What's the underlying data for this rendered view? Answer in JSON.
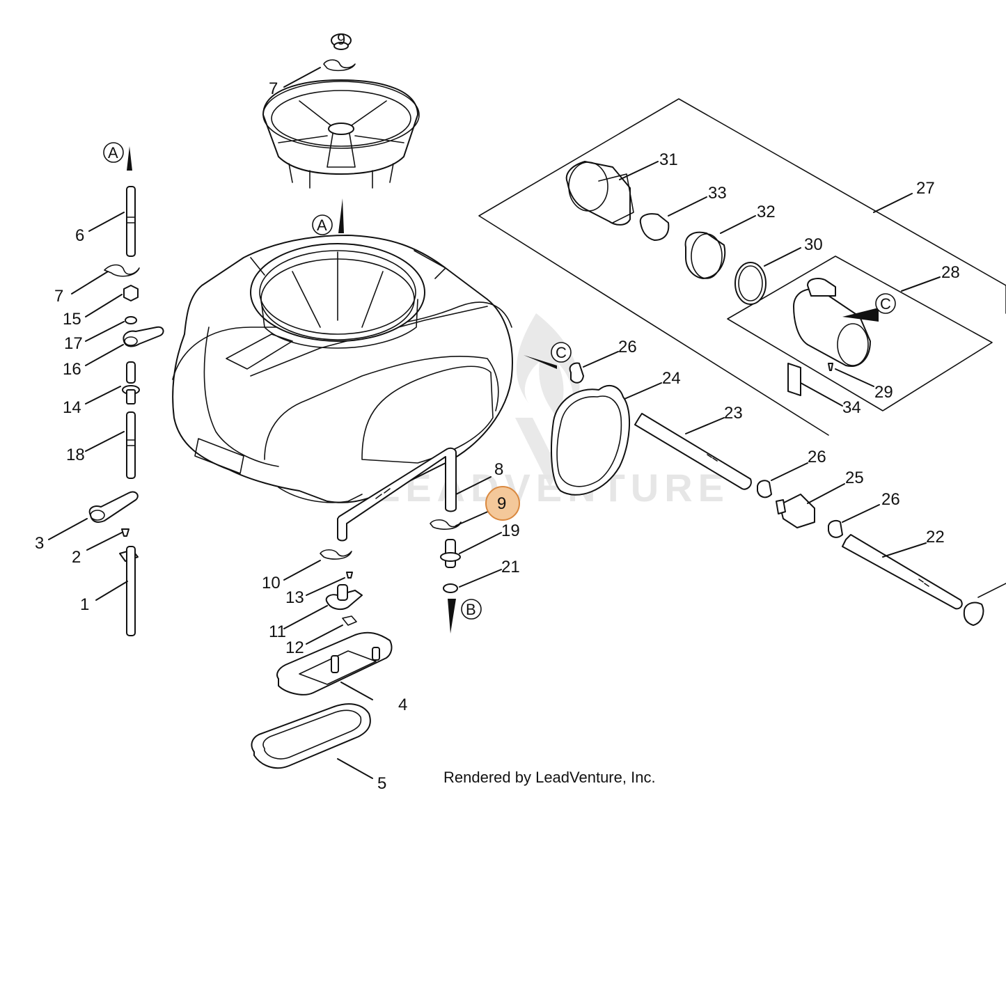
{
  "colors": {
    "highlight_fill": "#f4c89a",
    "highlight_stroke": "#d9883f",
    "line": "#111111",
    "watermark": "#e6e6e6"
  },
  "watermark": {
    "text": "LEADVENTURE",
    "logo": "flame-v-logo-watermark"
  },
  "credit": "Rendered by LeadVenture, Inc.",
  "highlighted_part": "9",
  "callouts": {
    "c1": "1",
    "c2": "2",
    "c3": "3",
    "c4": "4",
    "c5": "5",
    "c6": "6",
    "c7a": "7",
    "c7b": "7",
    "c8": "8",
    "c9": "9",
    "c10": "10",
    "c11": "11",
    "c12": "12",
    "c13": "13",
    "c14": "14",
    "c15": "15",
    "c16": "16",
    "c17": "17",
    "c18": "18",
    "c19": "19",
    "c21": "21",
    "c22": "22",
    "c23": "23",
    "c24": "24",
    "c25": "25",
    "c26a": "26",
    "c26b": "26",
    "c26c": "26",
    "c27": "27",
    "c28": "28",
    "c29": "29",
    "c30": "30",
    "c31": "31",
    "c32": "32",
    "c33": "33",
    "c34": "34"
  },
  "refs": {
    "a1": "A",
    "a2": "A",
    "b1": "B",
    "c1": "C",
    "c2": "C"
  },
  "cap_mark": "9"
}
